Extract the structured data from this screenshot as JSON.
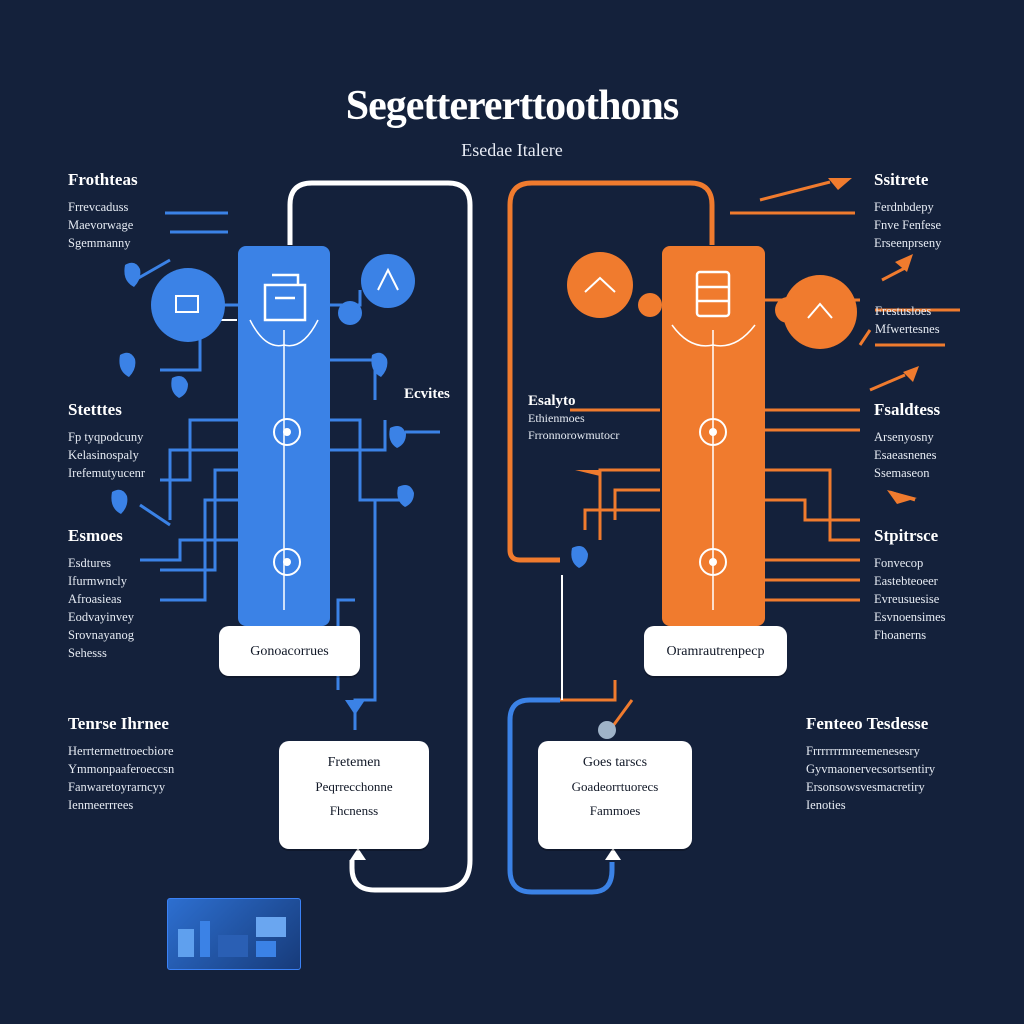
{
  "title": "Segettererttoothons",
  "subtitle": "Esedae Italere",
  "colors": {
    "background": "#14213b",
    "blue": "#3b82e6",
    "orange": "#f07b2e",
    "white": "#ffffff"
  },
  "left_blocks": [
    {
      "head": "Frothteas",
      "lines": [
        "Frrevcaduss",
        "Maevorwage",
        "Sgemmanny"
      ]
    },
    {
      "head": "Stetttes",
      "lines": [
        "Fp tyqpodcuny",
        "Kelasinospaly",
        "Irefemutyucenr"
      ]
    },
    {
      "head": "Esmoes",
      "lines": [
        "Esdtures",
        "Ifurmwncly",
        "Afroasieas",
        "Eodvayinvey",
        "Srovnayanog",
        "Sehesss"
      ]
    },
    {
      "head": "Tenrse Ihrnee",
      "lines": [
        "Herrtermettroecbiore",
        "Ymmonpaaferoeccsn",
        "Fanwaretoyrarncyy",
        "Ienmeerrrees"
      ]
    }
  ],
  "right_blocks": [
    {
      "head": "Ssitrete",
      "lines": [
        "Ferdnbdepy",
        "Fnve Fenfese",
        "Erseenprseny"
      ]
    },
    {
      "head": "",
      "lines": [
        "Frestusloes",
        "Mfwertesnes"
      ]
    },
    {
      "head": "Fsaldtess",
      "lines": [
        "Arsenyosny",
        "Esaeasnenes",
        "Ssemaseon"
      ]
    },
    {
      "head": "Stpitrsce",
      "lines": [
        "Fonvecop",
        "Eastebteoeer",
        "Evreusuesise",
        "Esvnoensimes",
        "Fhoanerns"
      ]
    },
    {
      "head": "Fenteeo Tesdesse",
      "lines": [
        "Frrrrrrrmreemenesesry",
        "Gyvmaonervecsortsentiry",
        "Ersonsowsvesmacretiry",
        "Ienoties"
      ]
    }
  ],
  "mid_labels": {
    "left": {
      "head": "Ecvites",
      "lines": []
    },
    "right": {
      "head": "Esalyto",
      "lines": [
        "Ethienmoes",
        "Frronnorowmutocr"
      ]
    }
  },
  "cards": {
    "left_column": "Gonoacorrues",
    "right_column": "Oramrautrenpecp",
    "left_bottom": [
      "Fretemen",
      "Peqrrecchonne",
      "Fhcnenss"
    ],
    "right_bottom": [
      "Goes tarscs",
      "Goadeorrtuorecs",
      "Fammoes"
    ]
  },
  "icons": [
    "network-icon",
    "robot-head-icon",
    "gear-icon",
    "server-stack-icon",
    "drop-pin-icon",
    "plug-icon",
    "dashboard-thumbnail-icon"
  ]
}
